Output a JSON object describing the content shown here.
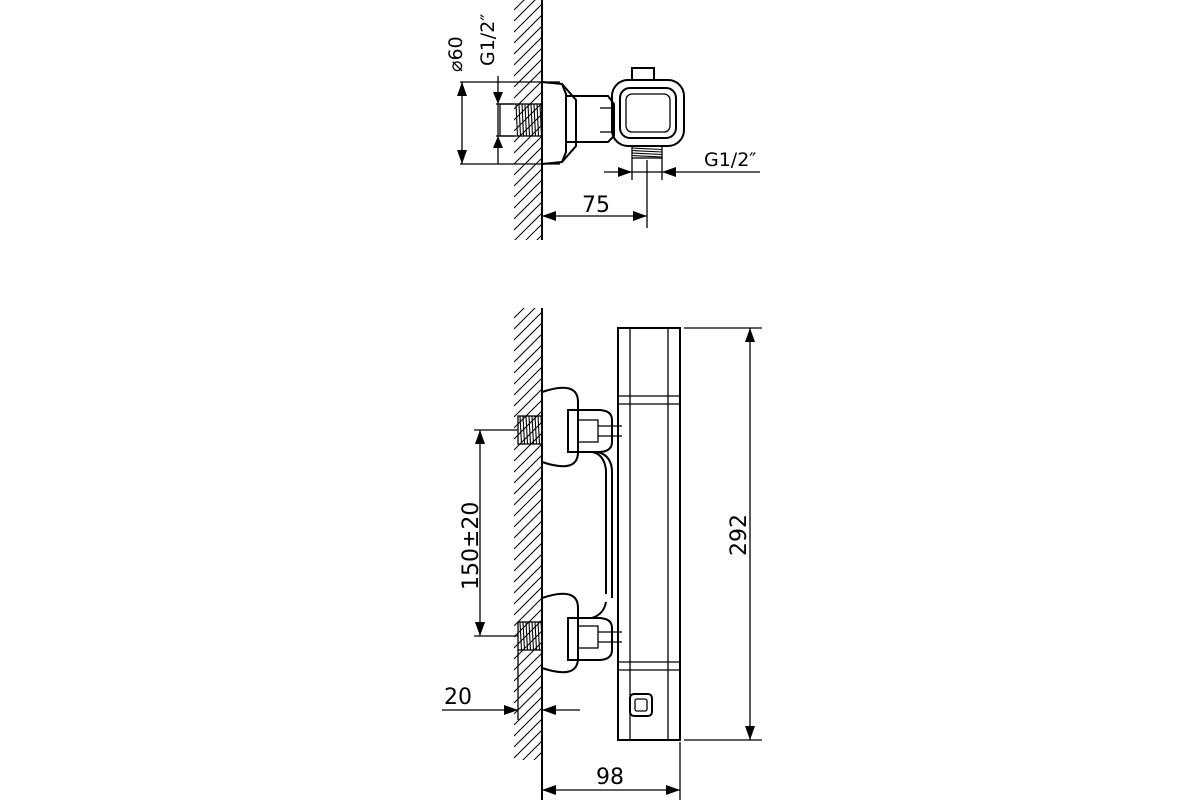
{
  "top_view": {
    "diameter_label": "⌀60",
    "wall_thread_label": "G1/2″",
    "outlet_thread_label": "G1/2″",
    "projection_label": "75"
  },
  "front_view": {
    "inlet_spacing_label": "150±20",
    "height_label": "292",
    "wall_gap_label": "20",
    "depth_label": "98"
  }
}
